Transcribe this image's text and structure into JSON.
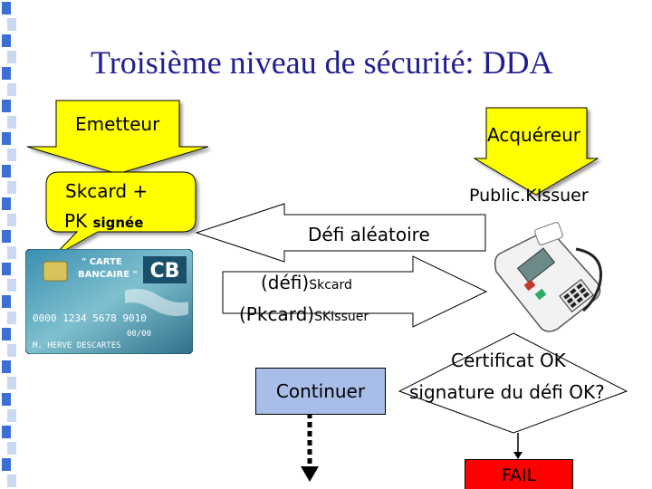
{
  "title": "Troisième niveau de sécurité: DDA",
  "issuer": {
    "label": "Emetteur"
  },
  "acquirer": {
    "label": "Acquéreur"
  },
  "card_callout": {
    "line1": "Skcard +",
    "line2_pk": "PK",
    "line2_signed": "signée"
  },
  "public_key_label": "Public.KIssuer",
  "challenge_arrow": {
    "label": "Défi aléatoire"
  },
  "response_arrow": {
    "line1_main": "(défi)",
    "line1_sub": "Skcard",
    "line2_main": "(Pkcard)",
    "line2_sub": "SKIssuer"
  },
  "bank_card": {
    "line1": "\" CARTE",
    "line2": "BANCAIRE \"",
    "logo": "CB",
    "number": "0000 1234 5678 9010",
    "expiry": "00/00",
    "holder": "M. HERVE DESCARTES"
  },
  "continue_button": {
    "label": "Continuer"
  },
  "decision": {
    "line1": "Certificat OK",
    "line2": "signature du défi OK?"
  },
  "fail_box": {
    "label": "FAIL"
  },
  "colors": {
    "title": "#1f1f8f",
    "yellow": "#ffff00",
    "continue": "#a9bde9",
    "fail": "#ff0000",
    "sidebar": [
      "#3b6fd6",
      "#c9d9f2"
    ]
  }
}
